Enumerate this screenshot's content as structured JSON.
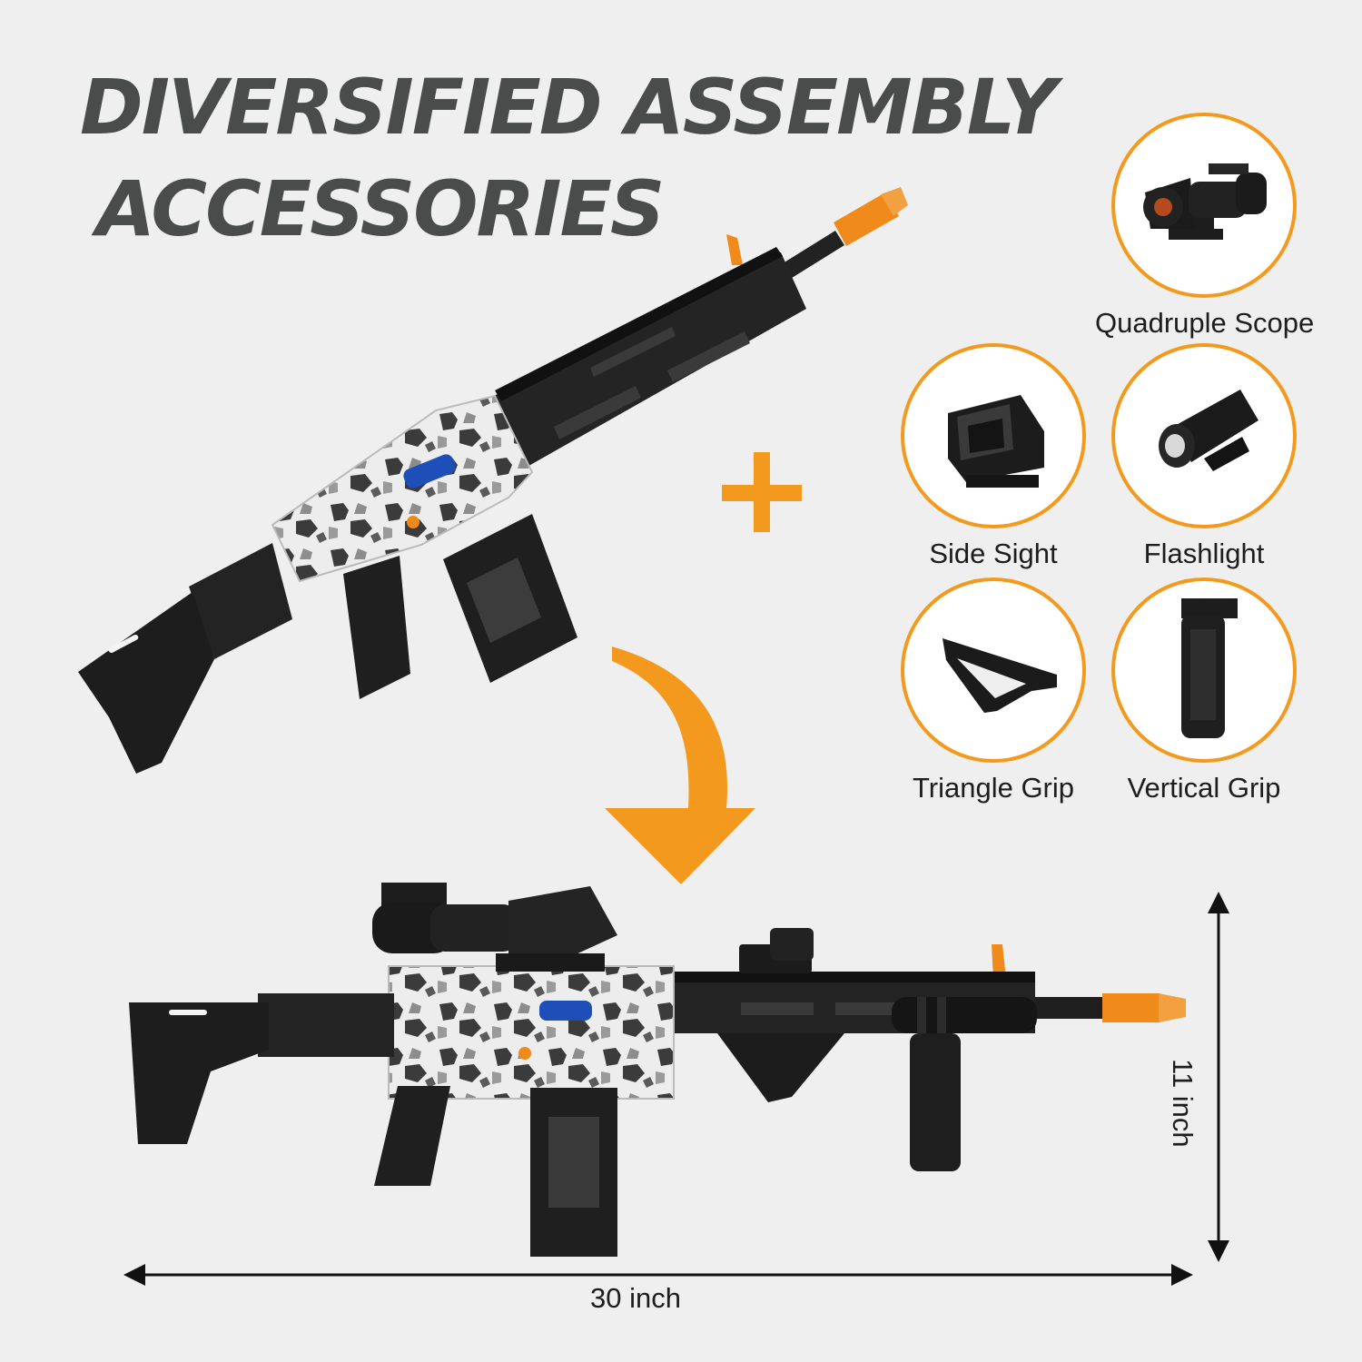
{
  "headline": {
    "line1": "DIVERSIFIED ASSEMBLY",
    "line2": "ACCESSORIES"
  },
  "accessories": [
    {
      "label": "Quadruple Scope",
      "icon": "scope-icon"
    },
    {
      "label": "Side Sight",
      "icon": "red-dot-sight-icon"
    },
    {
      "label": "Flashlight",
      "icon": "flashlight-icon"
    },
    {
      "label": "Triangle Grip",
      "icon": "angled-grip-icon"
    },
    {
      "label": "Vertical Grip",
      "icon": "vertical-grip-icon"
    }
  ],
  "dimensions": {
    "width": "30 inch",
    "height": "11 inch"
  },
  "colors": {
    "accent": "#f39a1e",
    "gun_black": "#1f1f1f",
    "camo_light": "#e6e6e6",
    "camo_dark": "#3a3a3a",
    "headline": "#4a4c4c"
  }
}
